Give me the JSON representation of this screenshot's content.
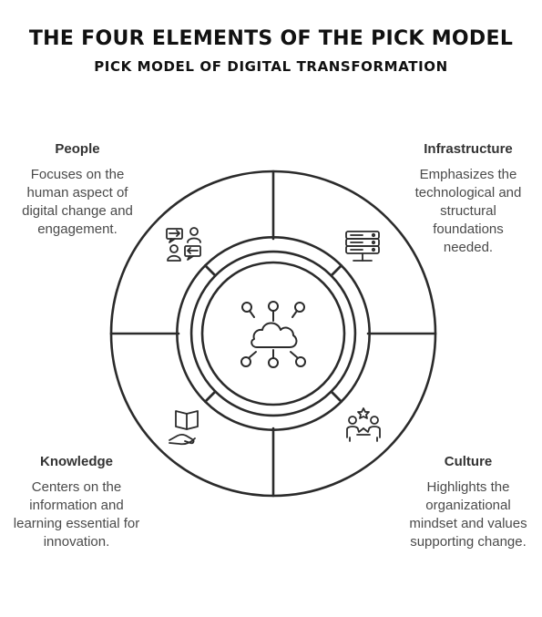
{
  "header": {
    "title": "THE FOUR ELEMENTS OF THE PICK MODEL",
    "subtitle": "PICK MODEL OF DIGITAL TRANSFORMATION"
  },
  "elements": [
    {
      "key": "people",
      "title": "People",
      "description": "Focuses on the human aspect of digital change and engagement.",
      "icon": "people-exchange-icon"
    },
    {
      "key": "infrastructure",
      "title": "Infrastructure",
      "description": "Emphasizes the technological and structural foundations needed.",
      "icon": "server-icon"
    },
    {
      "key": "knowledge",
      "title": "Knowledge",
      "description": "Centers on the information and learning essential for innovation.",
      "icon": "book-in-hand-icon"
    },
    {
      "key": "culture",
      "title": "Culture",
      "description": "Highlights the organizational mindset and values supporting change.",
      "icon": "team-collaboration-icon"
    }
  ],
  "center": {
    "icon": "cloud-network-icon"
  },
  "colors": {
    "stroke": "#2b2b2b",
    "text": "#2a2a2a",
    "background": "#ffffff"
  }
}
